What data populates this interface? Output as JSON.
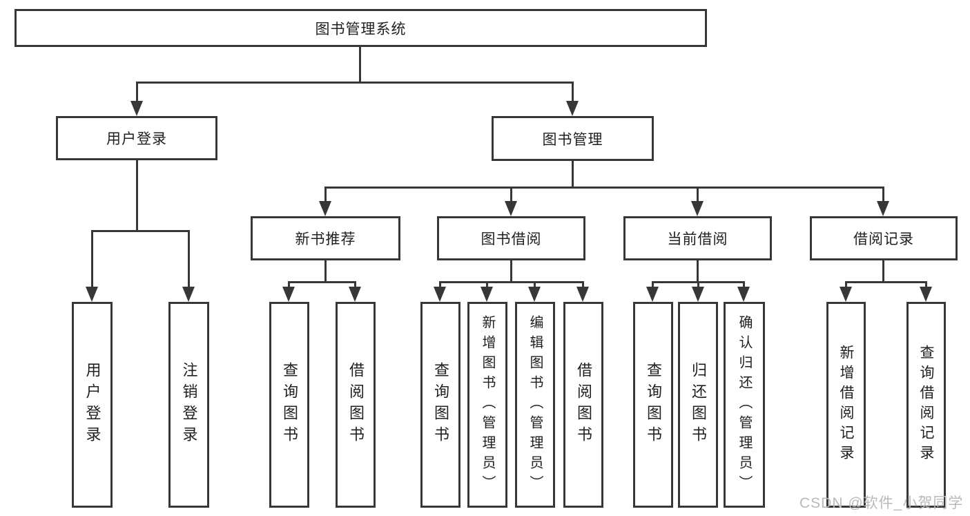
{
  "tree": {
    "label": "图书管理系统",
    "children": [
      {
        "label": "用户登录",
        "children": [
          {
            "label": "用户登录"
          },
          {
            "label": "注销登录"
          }
        ]
      },
      {
        "label": "图书管理",
        "children": [
          {
            "label": "新书推荐",
            "children": [
              {
                "label": "查询图书"
              },
              {
                "label": "借阅图书"
              }
            ]
          },
          {
            "label": "图书借阅",
            "children": [
              {
                "label": "查询图书"
              },
              {
                "label": "新增图书（管理员）"
              },
              {
                "label": "编辑图书（管理员）"
              },
              {
                "label": "借阅图书"
              }
            ]
          },
          {
            "label": "当前借阅",
            "children": [
              {
                "label": "查询图书"
              },
              {
                "label": "归还图书"
              },
              {
                "label": "确认归还（管理员）"
              }
            ]
          },
          {
            "label": "借阅记录",
            "children": [
              {
                "label": "新增借阅记录"
              },
              {
                "label": "查询借阅记录"
              }
            ]
          }
        ]
      }
    ]
  },
  "watermark": {
    "text": "CSDN @软件_小贺同学"
  },
  "colors": {
    "line": "#373737",
    "text": "#1f1f1f",
    "watermark": "#b9b9b9",
    "background": "#ffffff"
  }
}
